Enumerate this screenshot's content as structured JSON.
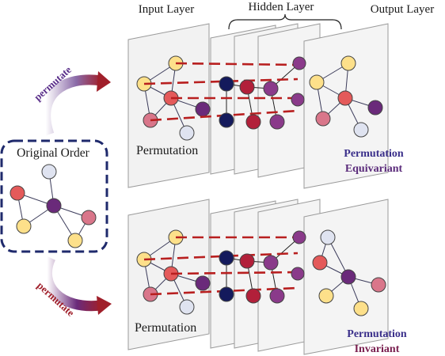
{
  "labels": {
    "input_layer": "Input Layer",
    "hidden_layer": "Hidden Layer",
    "output_layer": "Output Layer",
    "original_order": "Original Order",
    "permutate": "permutate",
    "permutation": "Permutation",
    "equivariant_line1": "Permutation",
    "equivariant_line2": "Equivariant",
    "invariant_line1": "Permutation",
    "invariant_line2": "Invariant"
  },
  "colors": {
    "yellow_node": "#fde08a",
    "red_node": "#e45a5a",
    "purple_node": "#6a2a7a",
    "pink_node": "#d9768a",
    "light_node": "#dfe3f0",
    "navy_node": "#141a5c",
    "crimson_node": "#b2203a",
    "violet_node": "#8a3a8a",
    "dashed_line": "#b81f1f",
    "box_border": "#1f2a6c",
    "equivariant_text": "#3a2f8a",
    "invariant_text": "#7a2050"
  }
}
